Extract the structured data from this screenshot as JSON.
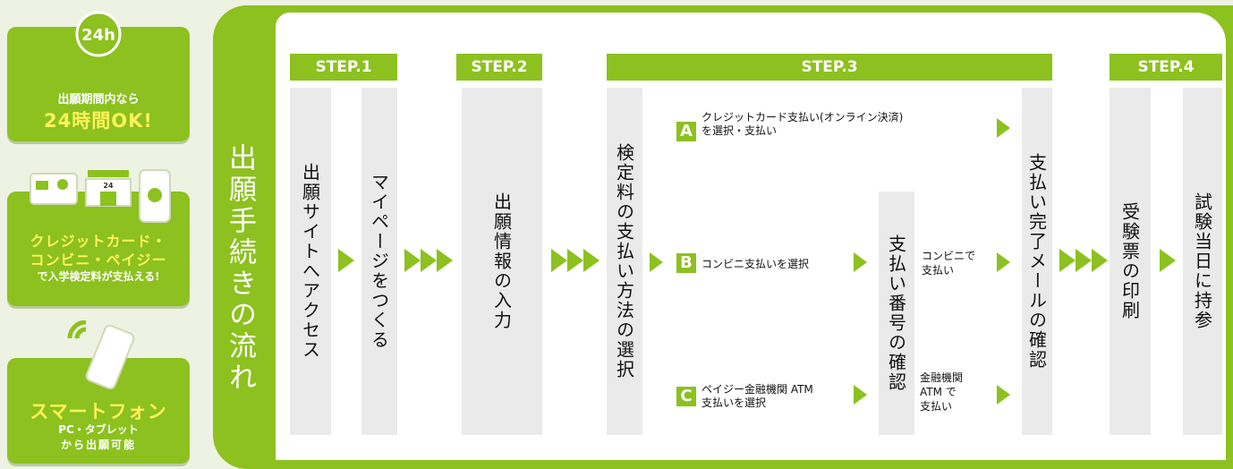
{
  "badges": {
    "b1": {
      "icon_text": "24h",
      "line1": "出願期間内なら",
      "line2": "24時間OK!"
    },
    "b2": {
      "line1": "クレジットカード・",
      "line2": "コンビニ・ペイジー",
      "line3": "で入学検定料が支払える!"
    },
    "b3": {
      "line1": "スマートフォン",
      "line2": "PC・タブレット",
      "line3": "から出願可能"
    }
  },
  "title": "出願手続きの流れ",
  "steps": [
    "STEP.1",
    "STEP.2",
    "STEP.3",
    "STEP.4"
  ],
  "boxes": {
    "access": "出願サイトへアクセス",
    "mypage": "マイページをつくる",
    "info": "出願情報の入力",
    "method": "検定料の支払い方法の選択",
    "number": "支払い番号の確認",
    "mail": "支払い完了メールの確認",
    "print": "受験票の印刷",
    "bring": "試験当日に持参"
  },
  "options": {
    "a": {
      "letter": "A",
      "line1": "クレジットカード支払い(オンライン決済)",
      "line2": "を選択・支払い"
    },
    "b": {
      "letter": "B",
      "line1": "コンビニ支払いを選択"
    },
    "c": {
      "letter": "C",
      "line1": "ペイジー金融機関 ATM",
      "line2": "支払いを選択"
    }
  },
  "pay_notes": {
    "conv1": "コンビニで",
    "conv2": "支払い",
    "bank1": "金融機関",
    "bank2": "ATM で",
    "bank3": "支払い"
  },
  "card_icon_text": "24",
  "colors": {
    "accent": "#8cc11f",
    "highlight": "#fff35a",
    "box": "#eaeaea",
    "background": "#eef2e2"
  }
}
